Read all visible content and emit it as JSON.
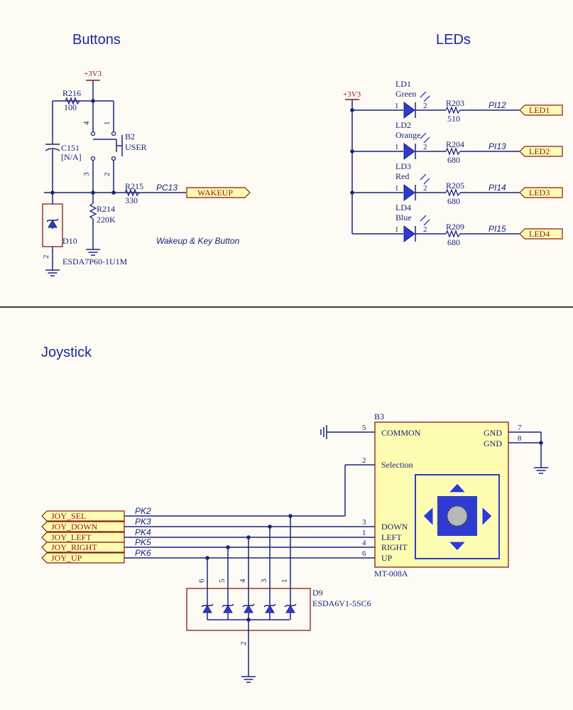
{
  "sections": {
    "buttons": "Buttons",
    "leds": "LEDs",
    "joystick": "Joystick"
  },
  "buttons": {
    "power": "+3V3",
    "r216_ref": "R216",
    "r216_val": "100",
    "c151_ref": "C151",
    "c151_val": "[N/A]",
    "b2_ref": "B2",
    "b2_val": "USER",
    "r215_ref": "R215",
    "r215_val": "330",
    "r214_ref": "R214",
    "r214_val": "220K",
    "net": "PC13",
    "port": "WAKEUP",
    "d10_ref": "D10",
    "d10_val": "ESDA7P60-1U1M",
    "caption": "Wakeup & Key Button",
    "pins": [
      "4",
      "1",
      "3",
      "2",
      "2"
    ]
  },
  "leds": {
    "power": "+3V3",
    "rows": [
      {
        "ref": "LD1",
        "color": "Green",
        "r_ref": "R203",
        "r_val": "510",
        "net": "PI12",
        "port": "LED1"
      },
      {
        "ref": "LD2",
        "color": "Orange",
        "r_ref": "R204",
        "r_val": "680",
        "net": "PI13",
        "port": "LED2"
      },
      {
        "ref": "LD3",
        "color": "Red",
        "r_ref": "R205",
        "r_val": "680",
        "net": "PI14",
        "port": "LED3"
      },
      {
        "ref": "LD4",
        "color": "Blue",
        "r_ref": "R209",
        "r_val": "680",
        "net": "PI15",
        "port": "LED4"
      }
    ],
    "pin1": "1",
    "pin2": "2"
  },
  "joystick": {
    "b3_ref": "B3",
    "b3_val": "MT-008A",
    "common": "COMMON",
    "selection": "Selection",
    "gnd": "GND",
    "gnd_pins": [
      "7",
      "8"
    ],
    "common_pin": "5",
    "selection_pin": "2",
    "dirs": [
      {
        "label": "DOWN",
        "pin": "3"
      },
      {
        "label": "LEFT",
        "pin": "1"
      },
      {
        "label": "RIGHT",
        "pin": "4"
      },
      {
        "label": "UP",
        "pin": "6"
      }
    ],
    "ports": [
      "JOY_SEL",
      "JOY_DOWN",
      "JOY_LEFT",
      "JOY_RIGHT",
      "JOY_UP"
    ],
    "nets": [
      "PK2",
      "PK3",
      "PK4",
      "PK5",
      "PK6"
    ],
    "d9_ref": "D9",
    "d9_val": "ESDA6V1-5SC6",
    "d9_pins": [
      "1",
      "3",
      "4",
      "5",
      "6"
    ],
    "d9_gnd_pin": "2"
  },
  "colors": {
    "wire": "#1a237e",
    "body": "#8b1a1a",
    "fill": "#fefcb0",
    "title": "#1b2a9c",
    "joystick_pad": "#2d3bd0"
  }
}
